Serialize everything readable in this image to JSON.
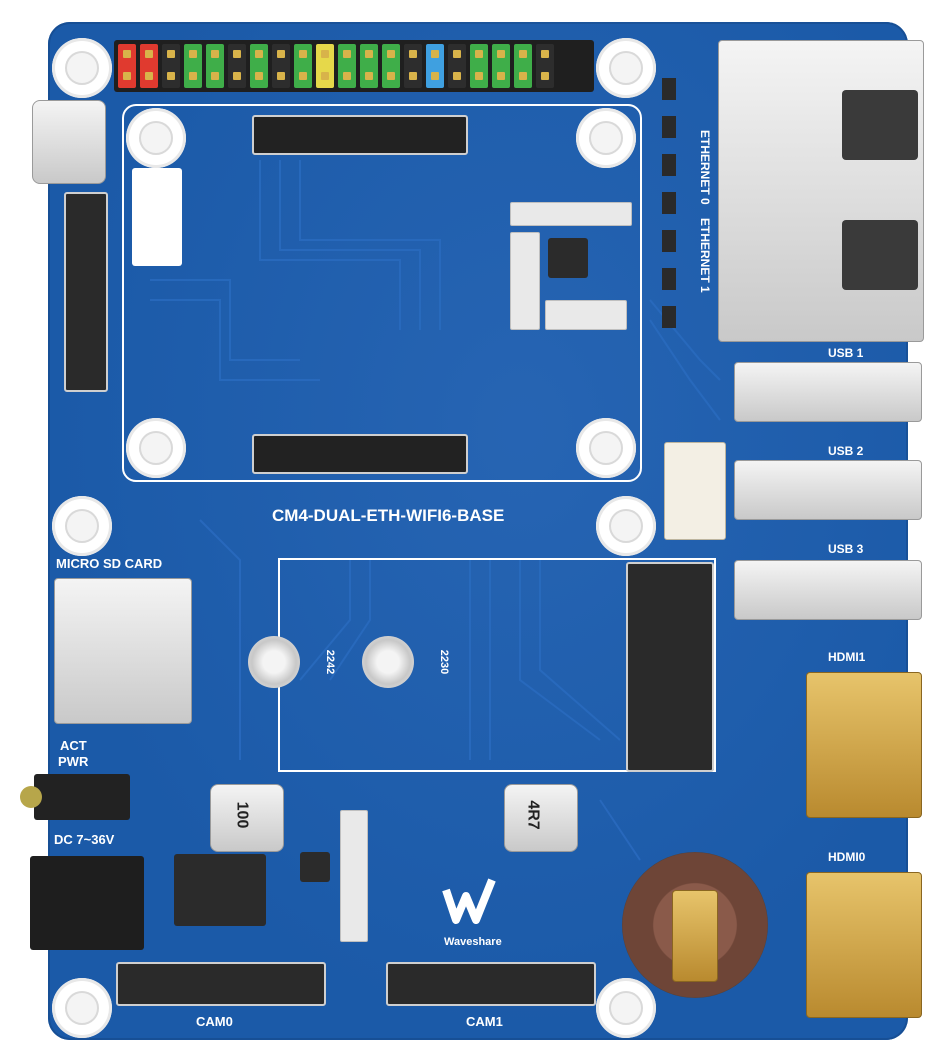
{
  "board": {
    "name": "CM4-DUAL-ETH-WIFI6-BASE",
    "brand": "Waveshare",
    "colors": {
      "pcb": "#1b5aa8",
      "silk": "#ffffff",
      "gold": "#d0a44a"
    }
  },
  "labels": {
    "eth0": "ETHERNET 0",
    "eth1": "ETHERNET 1",
    "usb1": "USB 1",
    "usb2": "USB 2",
    "usb3": "USB 3",
    "hdmi1": "HDMI1",
    "hdmi0": "HDMI0",
    "microsd": "MICRO SD CARD",
    "act": "ACT",
    "pwr": "PWR",
    "dc": "DC 7~36V",
    "cam0": "CAM0",
    "cam1": "CAM1",
    "m2_2242": "2242",
    "m2_2230": "2230",
    "inductor_a": "100",
    "inductor_b": "4R7"
  },
  "gpio_pin_colors": [
    "#e03a2f",
    "#e03a2f",
    "#2d2d2d",
    "#3fae49",
    "#3fae49",
    "#2d2d2d",
    "#3fae49",
    "#2d2d2d",
    "#3fae49",
    "#e6d84a",
    "#3fae49",
    "#3fae49",
    "#3fae49",
    "#2d2d2d",
    "#3fa0e0",
    "#2d2d2d",
    "#3fae49",
    "#3fae49",
    "#3fae49",
    "#2d2d2d"
  ]
}
